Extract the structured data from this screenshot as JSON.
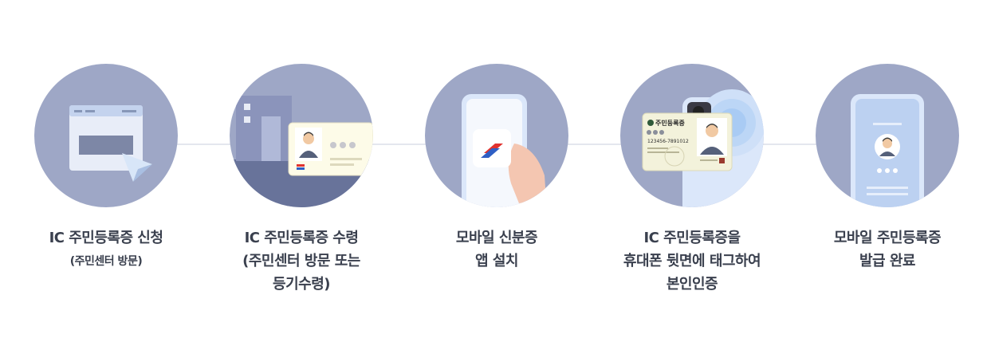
{
  "steps": [
    {
      "icon": "browser-cursor-icon",
      "lines": [
        "IC 주민등록증 신청"
      ],
      "sub": "(주민센터 방문)"
    },
    {
      "icon": "building-id-card-icon",
      "lines": [
        "IC 주민등록증 수령",
        "(주민센터 방문 또는",
        "등기수령)"
      ]
    },
    {
      "icon": "phone-app-icon",
      "lines": [
        "모바일 신분증",
        "앱 설치"
      ]
    },
    {
      "icon": "id-card-nfc-tag-icon",
      "lines": [
        "IC 주민등록증을",
        "휴대폰 뒷면에 태그하여",
        "본인인증"
      ],
      "card_title": "주민등록증",
      "card_number": "123456-7891012"
    },
    {
      "icon": "phone-profile-icon",
      "lines": [
        "모바일 주민등록증",
        "발급 완료"
      ]
    }
  ],
  "colors": {
    "circle": "#9ea7c6",
    "text": "#3a404e",
    "connector": "#e4e7ee",
    "accent_red": "#e0322f",
    "accent_blue": "#2f5fc4"
  }
}
